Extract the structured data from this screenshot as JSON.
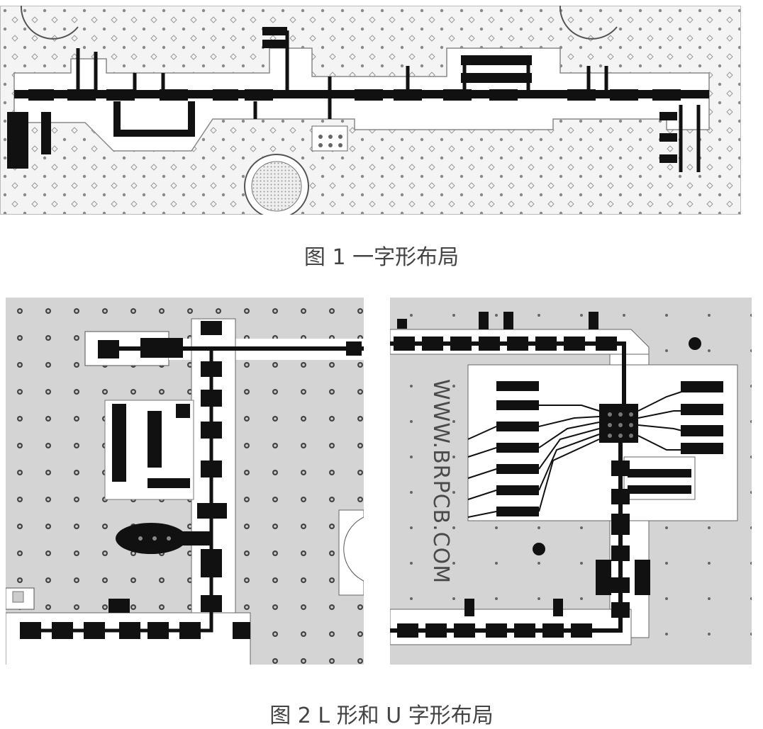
{
  "figure1": {
    "caption": "图 1  一字形布局"
  },
  "figure2": {
    "caption": "图 2 L 形和 U 字形布局"
  },
  "watermark": "WWW.BRPCB.COM",
  "colors": {
    "trace": "#111111",
    "fill": "#cfcfcf",
    "clear": "#ffffff",
    "outline": "#555555"
  }
}
